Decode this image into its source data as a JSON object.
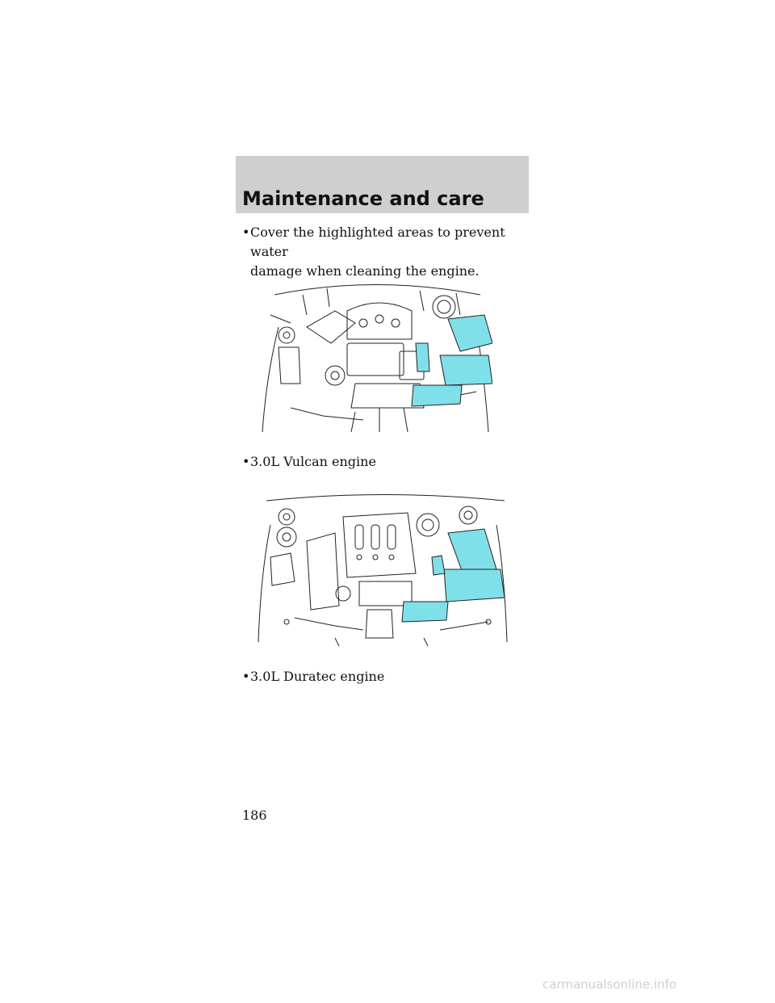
{
  "header": {
    "title": "Maintenance and care"
  },
  "intro_bullet": {
    "bullet": "•",
    "line1": "Cover the highlighted areas to prevent water",
    "line2": "damage when cleaning the engine."
  },
  "figures": [
    {
      "caption_bullet": "•",
      "caption": "3.0L Vulcan engine",
      "highlight_color": "#7fe0ea"
    },
    {
      "caption_bullet": "•",
      "caption": "3.0L Duratec engine",
      "highlight_color": "#7fe0ea"
    }
  ],
  "footer": {
    "page_number": "186"
  },
  "watermark": "carmanualsonline.info"
}
